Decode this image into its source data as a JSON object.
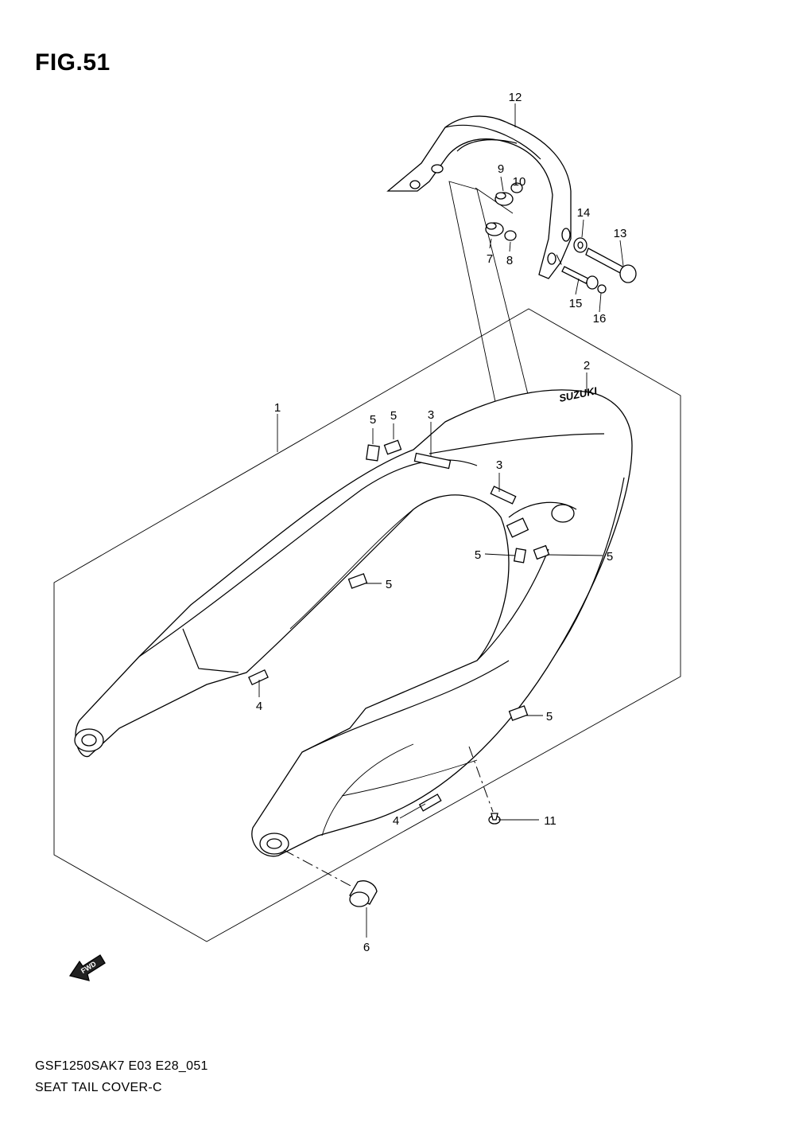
{
  "figure": {
    "title": "FIG.51",
    "model_code": "GSF1250SAK7 E03 E28_051",
    "section_name": "SEAT TAIL COVER-C",
    "fwd_label": "FWD",
    "logo_text": "SUZUKI"
  },
  "callouts": [
    {
      "id": "c1",
      "number": "1"
    },
    {
      "id": "c2",
      "number": "2"
    },
    {
      "id": "c3a",
      "number": "3"
    },
    {
      "id": "c3b",
      "number": "3"
    },
    {
      "id": "c4a",
      "number": "4"
    },
    {
      "id": "c4b",
      "number": "4"
    },
    {
      "id": "c5a",
      "number": "5"
    },
    {
      "id": "c5b",
      "number": "5"
    },
    {
      "id": "c5c",
      "number": "5"
    },
    {
      "id": "c5d",
      "number": "5"
    },
    {
      "id": "c5e",
      "number": "5"
    },
    {
      "id": "c5f",
      "number": "5"
    },
    {
      "id": "c6",
      "number": "6"
    },
    {
      "id": "c7",
      "number": "7"
    },
    {
      "id": "c8",
      "number": "8"
    },
    {
      "id": "c9",
      "number": "9"
    },
    {
      "id": "c10",
      "number": "10"
    },
    {
      "id": "c11",
      "number": "11"
    },
    {
      "id": "c12",
      "number": "12"
    },
    {
      "id": "c13",
      "number": "13"
    },
    {
      "id": "c14",
      "number": "14"
    },
    {
      "id": "c15",
      "number": "15"
    },
    {
      "id": "c16",
      "number": "16"
    }
  ]
}
